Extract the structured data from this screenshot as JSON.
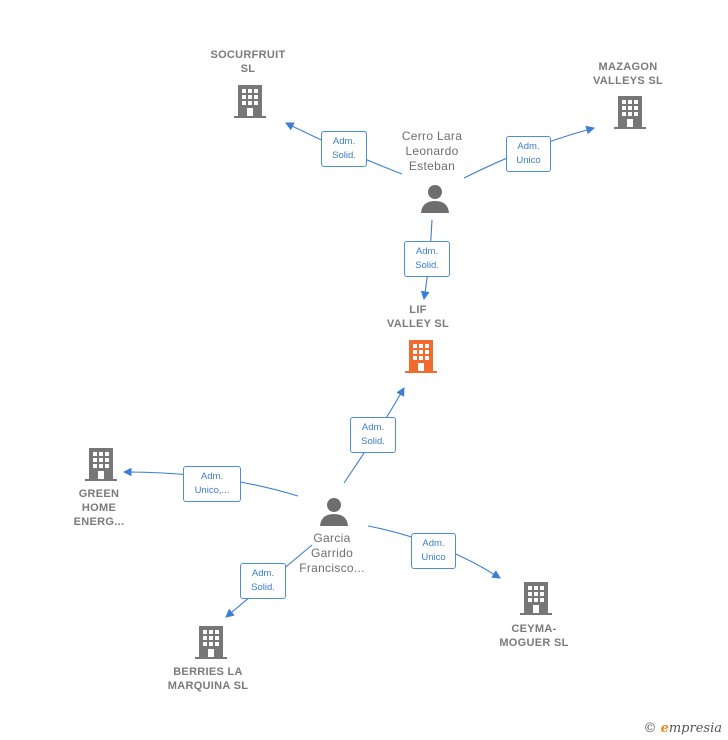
{
  "colors": {
    "edge": "#3b7dd8",
    "building": "#777777",
    "focus_building": "#f26a2e",
    "person": "#6e6e6e"
  },
  "nodes": {
    "socurfruit": "SOCURFRUIT\nSL",
    "mazagon": "MAZAGON\nVALLEYS  SL",
    "cerro": "Cerro Lara\nLeonardo\nEsteban",
    "lif": "LIF\nVALLEY  SL",
    "green": "GREEN\nHOME\nENERG...",
    "garcia": "Garcia\nGarrido\nFrancisco...",
    "ceyma": "CEYMA-\nMOGUER SL",
    "berries": "BERRIES LA\nMARQUINA  SL"
  },
  "edge_labels": {
    "cerro_socurfruit": "Adm.\nSolid.",
    "cerro_mazagon": "Adm.\nUnico",
    "cerro_lif": "Adm.\nSolid.",
    "garcia_lif": "Adm.\nSolid.",
    "garcia_green": "Adm.\nUnico,...",
    "garcia_ceyma": "Adm.\nUnico",
    "garcia_berries": "Adm.\nSolid."
  },
  "brand": {
    "symbol": "©",
    "initial": "e",
    "rest": "mpresia"
  }
}
